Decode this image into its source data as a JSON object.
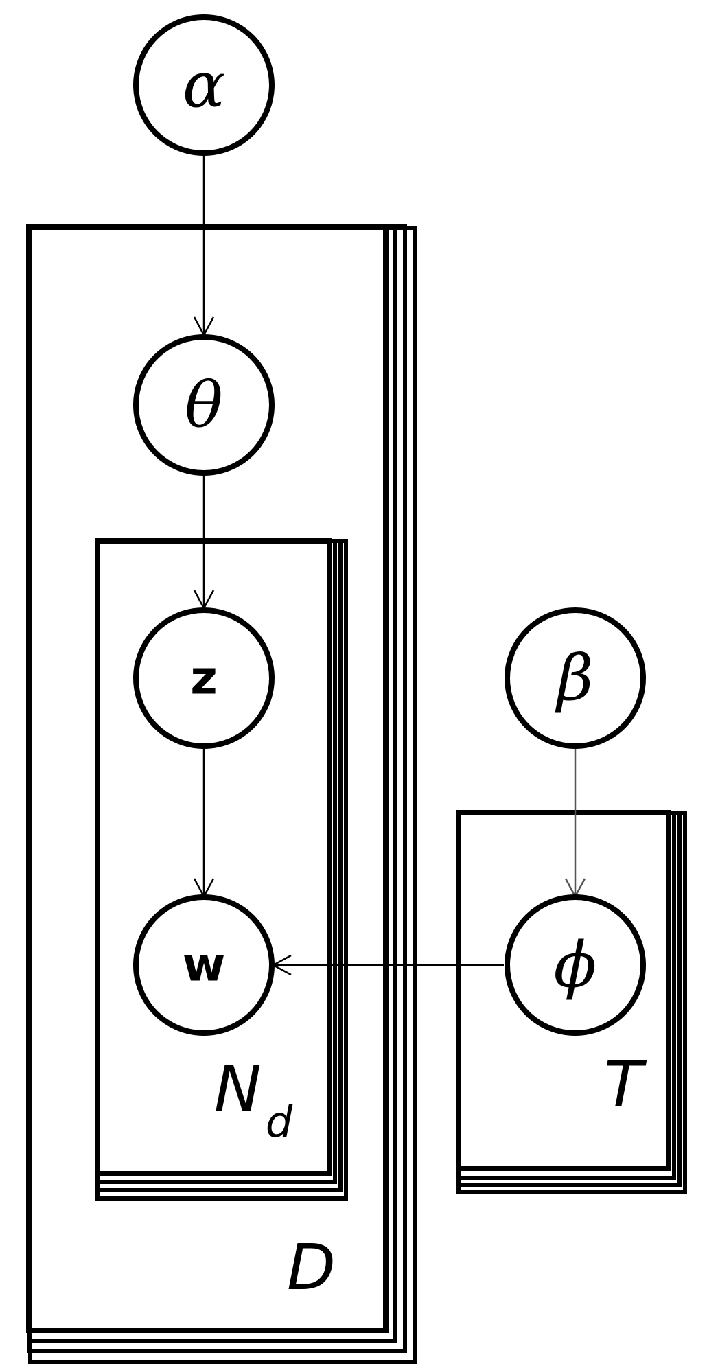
{
  "nodes": {
    "alpha": {
      "label": "α"
    },
    "theta": {
      "label": "θ"
    },
    "z": {
      "label": "z"
    },
    "w": {
      "label": "w"
    },
    "beta": {
      "label": "β"
    },
    "phi": {
      "label": "ϕ"
    }
  },
  "plates": {
    "documents": {
      "label": "D"
    },
    "words": {
      "label": "N",
      "sub": "d"
    },
    "topics": {
      "label": "T"
    }
  },
  "colors": {
    "stroke": "#000000",
    "background": "#ffffff",
    "beta_edge": "#555555"
  }
}
